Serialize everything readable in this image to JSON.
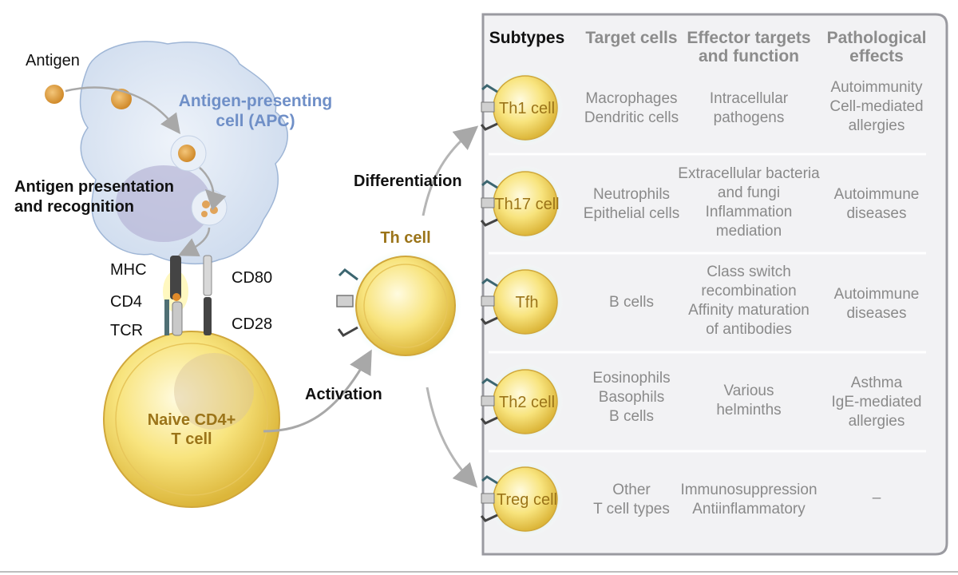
{
  "left": {
    "antigen": "Antigen",
    "apc": "Antigen-presenting\ncell (APC)",
    "presentation": "Antigen presentation\nand recognition",
    "molecules": {
      "mhc": "MHC",
      "cd4": "CD4",
      "tcr": "TCR",
      "cd80": "CD80",
      "cd28": "CD28"
    },
    "naive": "Naive CD4+\nT cell"
  },
  "middle": {
    "activation": "Activation",
    "differentiation": "Differentiation",
    "th_cell": "Th cell"
  },
  "table": {
    "headers": {
      "subtypes": "Subtypes",
      "target": "Target cells",
      "effector": "Effector targets\nand function",
      "pathological": "Pathological\neffects"
    },
    "rows": [
      {
        "cell": "Th1 cell",
        "target": "Macrophages\nDendritic cells",
        "effector": "Intracellular\npathogens",
        "pathological": "Autoimmunity\nCell-mediated\nallergies"
      },
      {
        "cell": "Th17 cell",
        "target": "Neutrophils\nEpithelial cells",
        "effector": "Extracellular bacteria\nand fungi\nInflammation\nmediation",
        "pathological": "Autoimmune\ndiseases"
      },
      {
        "cell": "Tfh",
        "target": "B cells",
        "effector": "Class switch\nrecombination\nAffinity maturation\nof antibodies",
        "pathological": "Autoimmune\ndiseases"
      },
      {
        "cell": "Th2 cell",
        "target": "Eosinophils\nBasophils\nB cells",
        "effector": "Various\nhelminths",
        "pathological": "Asthma\nIgE-mediated\nallergies"
      },
      {
        "cell": "Treg cell",
        "target": "Other\nT cell types",
        "effector": "Immunosuppression\nAntiinflammatory",
        "pathological": "–"
      }
    ]
  },
  "colors": {
    "apc_fill": "#dfe8f3",
    "apc_text": "#6f8fc7",
    "cell_fill": "#f7e27a",
    "cell_text": "#9b7419",
    "panel_fill": "#f2f2f4",
    "muted_text": "#8a8a8a",
    "arrow": "#b5b5b5"
  }
}
